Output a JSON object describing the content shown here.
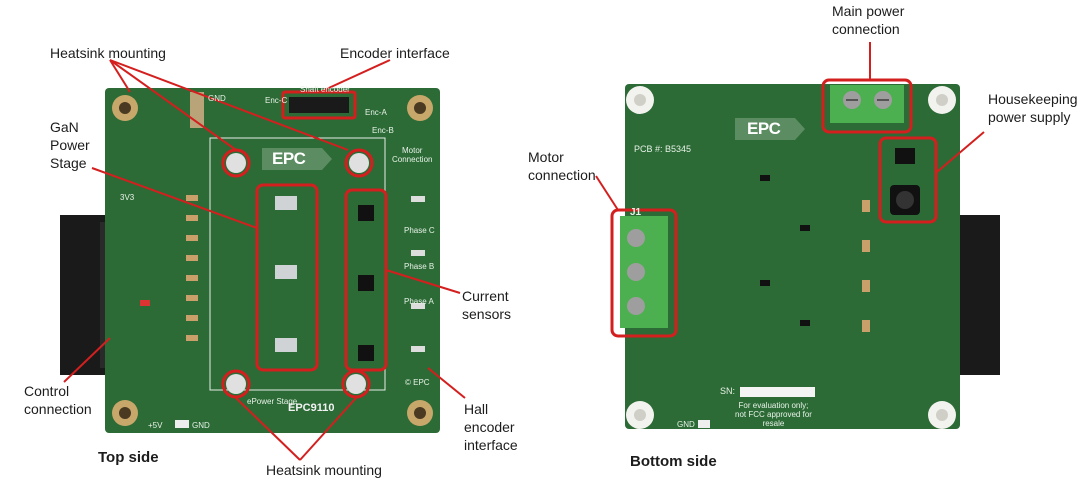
{
  "labels": {
    "heatsink_top": "Heatsink mounting",
    "encoder_interface": "Encoder interface",
    "gan_power_stage": "GaN\nPower\nStage",
    "current_sensors": "Current\nsensors",
    "control_connection": "Control\nconnection",
    "top_side": "Top side",
    "heatsink_bottom": "Heatsink mounting",
    "hall_encoder": "Hall\nencoder\ninterface",
    "main_power": "Main power\nconnection",
    "housekeeping": "Housekeeping\npower supply",
    "motor_connection": "Motor\nconnection",
    "bottom_side": "Bottom side"
  },
  "board_top": {
    "logo": "EPC",
    "model": "EPC9110",
    "shaft_encoder": "Shaft encoder",
    "enc_a": "Enc-A",
    "enc_b": "Enc-B",
    "enc_c": "Enc-C",
    "motor_connection": "Motor\nConnection",
    "phase_a": "Phase A",
    "phase_b": "Phase B",
    "phase_c": "Phase C",
    "epower": "ePower Stage",
    "gnd": "GND",
    "v5": "+5V",
    "v3": "3V3",
    "copyright": "© EPC"
  },
  "board_bottom": {
    "logo": "EPC",
    "pcb": "PCB #: B5345",
    "j1": "J1",
    "sn": "SN:",
    "eval_note": "For evaluation only;\nnot FCC approved for\nresale",
    "gnd": "GND"
  },
  "colors": {
    "board_green": "#2c6a36",
    "board_green_dark": "#245a2e",
    "highlight_red": "#d41f1f",
    "terminal_green": "#4caf50",
    "connector_black": "#1a1a1a",
    "pad_gold": "#c8a86a"
  }
}
